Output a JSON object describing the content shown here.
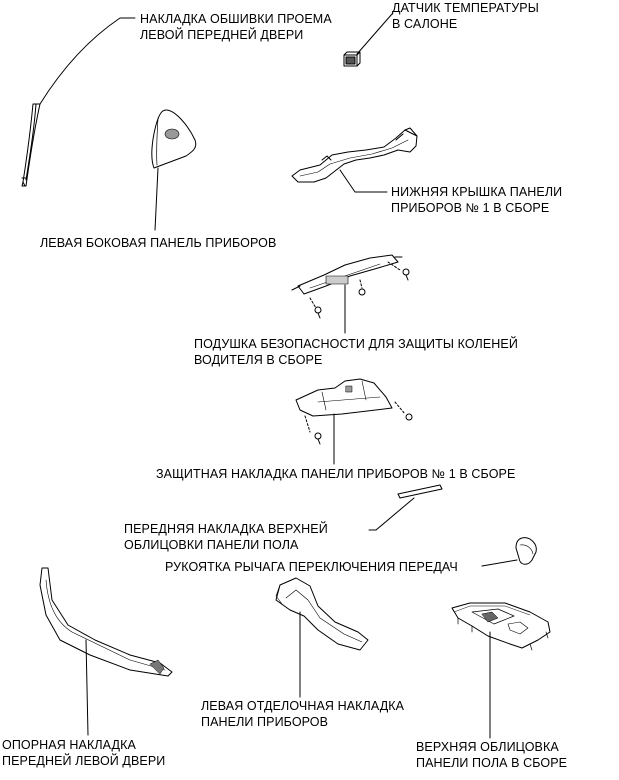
{
  "labels": {
    "door_opening_trim": [
      "НАКЛАДКА ОБШИВКИ ПРОЕМА",
      "ЛЕВОЙ ПЕРЕДНЕЙ ДВЕРИ"
    ],
    "temp_sensor": [
      "ДАТЧИК ТЕМПЕРАТУРЫ",
      "В САЛОНЕ"
    ],
    "lower_cover": [
      "НИЖНЯЯ КРЫШКА ПАНЕЛИ",
      "ПРИБОРОВ № 1 В СБОРЕ"
    ],
    "side_panel": [
      "ЛЕВАЯ БОКОВАЯ ПАНЕЛЬ ПРИБОРОВ"
    ],
    "knee_airbag": [
      "ПОДУШКА БЕЗОПАСНОСТИ ДЛЯ ЗАЩИТЫ КОЛЕНЕЙ",
      "ВОДИТЕЛЯ В СБОРЕ"
    ],
    "protective_trim": [
      "ЗАЩИТНАЯ НАКЛАДКА ПАНЕЛИ ПРИБОРОВ № 1 В СБОРЕ"
    ],
    "front_upper_trim": [
      "ПЕРЕДНЯЯ НАКЛАДКА ВЕРХНЕЙ",
      "ОБЛИЦОВКИ ПАНЕЛИ ПОЛА"
    ],
    "shift_knob": [
      "РУКОЯТКА РЫЧАГА ПЕРЕКЛЮЧЕНИЯ ПЕРЕДАЧ"
    ],
    "finish_trim": [
      "ЛЕВАЯ ОТДЕЛОЧНАЯ НАКЛАДКА",
      "ПАНЕЛИ ПРИБОРОВ"
    ],
    "support_trim": [
      "ОПОРНАЯ НАКЛАДКА",
      "ПЕРЕДНЕЙ ЛЕВОЙ ДВЕРИ"
    ],
    "console_upper": [
      "ВЕРХНЯЯ ОБЛИЦОВКА",
      "ПАНЕЛИ ПОЛА В СБОРЕ"
    ]
  }
}
